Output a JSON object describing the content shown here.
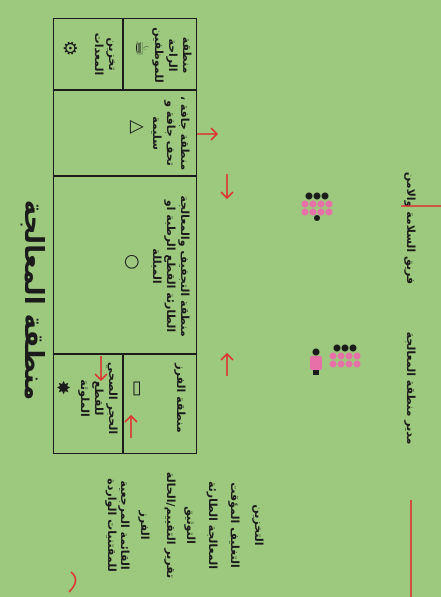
{
  "title": "منطقة المعالجة",
  "zones": {
    "equipment_storage": "تخزين المعدات",
    "staff_rest": "منطقة الراحة للموظفين",
    "dry_area": "منطقة جافة ، تحف جافة و سليمة",
    "drying_area": "منطقة التجفيف والمعالجة الطارئة القطع الرطبة او المبللة",
    "quarantine": "الحجر الصحي للقطع الملوثة",
    "sorting": "منطقة الفرز"
  },
  "checklist": {
    "title": "القائمة المرجعية للمقتنيات الواردة",
    "items": [
      "الفرز",
      "تقرير التقييم/الحالة",
      "التوثيق",
      "المعالجة الطارئة",
      "التغليف المؤقت",
      "التخزين"
    ]
  },
  "teams": {
    "safety": "فريق السلامة والامن",
    "manager": "مدير منطقة المعالجة"
  },
  "colors": {
    "background": "#9cc97e",
    "arrow": "#e0302f",
    "person_pink": "#e870a8",
    "line": "#1b1b1b"
  }
}
